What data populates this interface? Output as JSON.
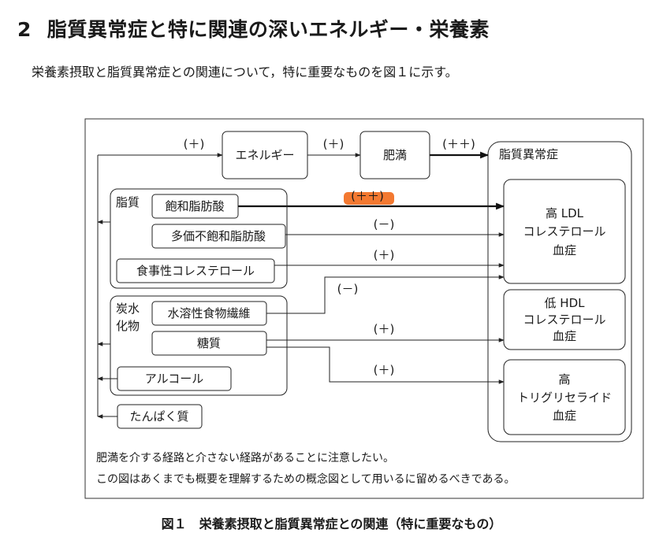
{
  "heading": {
    "number": "2",
    "title": "脂質異常症と特に関連の深いエネルギー・栄養素"
  },
  "intro": "栄養素摂取と脂質異常症との関連について，特に重要なものを図１に示す。",
  "diagram": {
    "nodes": {
      "energy": "エネルギー",
      "obesity": "肥満",
      "dyslipidemia": "脂質異常症",
      "lipid_group": "脂質",
      "sfa": "飽和脂肪酸",
      "pufa": "多価不飽和脂肪酸",
      "chol": "食事性コレステロール",
      "carb_group_1": "炭水",
      "carb_group_2": "化物",
      "fiber": "水溶性食物繊維",
      "sugar": "糖質",
      "alcohol": "アルコール",
      "protein": "たんぱく質",
      "ldl": [
        "高 LDL",
        "コレステロール",
        "血症"
      ],
      "hdl": [
        "低 HDL",
        "コレステロール",
        "血症"
      ],
      "tg": [
        "高",
        "トリグリセライド",
        "血症"
      ]
    },
    "edge_labels": {
      "to_energy": "(＋)",
      "energy_obesity": "(＋)",
      "obesity_dys": "(＋＋)",
      "sfa_ldl": "(＋＋)",
      "pufa_ldl": "(－)",
      "chol_ldl": "(＋)",
      "fiber_ldl": "(－)",
      "sugar_hdl": "(＋)",
      "sugar_tg": "(＋)"
    },
    "notes": [
      "肥満を介する経路と介さない経路があることに注意したい。",
      "この図はあくまでも概要を理解するための概念図として用いるに留めるべきである。"
    ],
    "colors": {
      "highlight": "#f26a1b",
      "line": "#222222"
    }
  },
  "caption": "図１　栄養素摂取と脂質異常症との関連（特に重要なもの）"
}
